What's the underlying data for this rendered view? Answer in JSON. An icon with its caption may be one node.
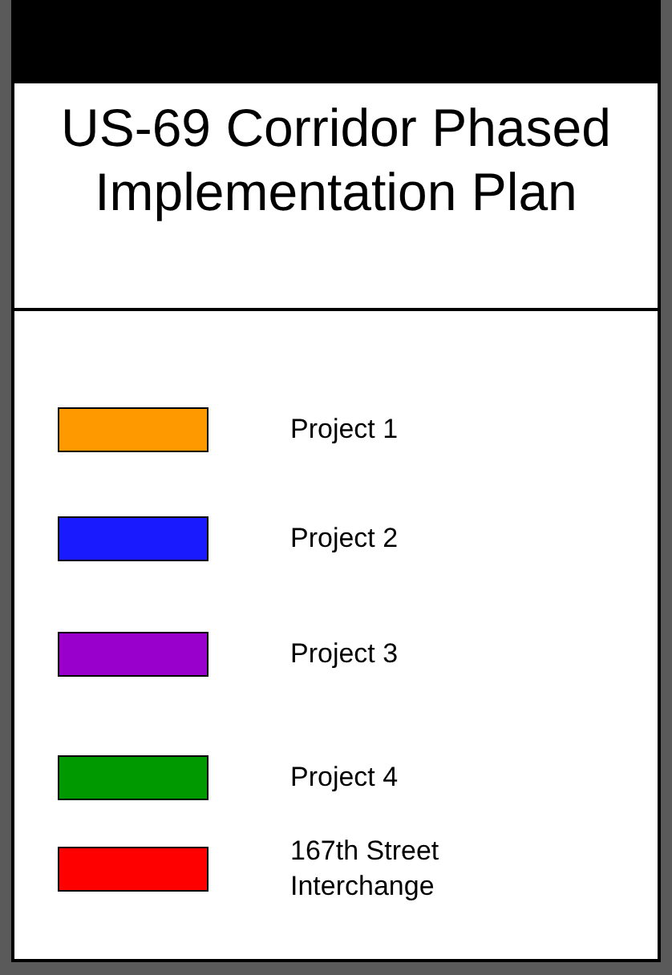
{
  "diagram": {
    "title": "US-69 Corridor Phased Implementation Plan",
    "legend": [
      {
        "text": "Project 1",
        "color": "#ff9900"
      },
      {
        "text": "Project 2",
        "color": "#1a1aff"
      },
      {
        "text": "Project 3",
        "color": "#9900cc"
      },
      {
        "text": "Project 4",
        "color": "#009900"
      },
      {
        "text": "167th Street Interchange",
        "color": "#ff0000"
      }
    ]
  }
}
